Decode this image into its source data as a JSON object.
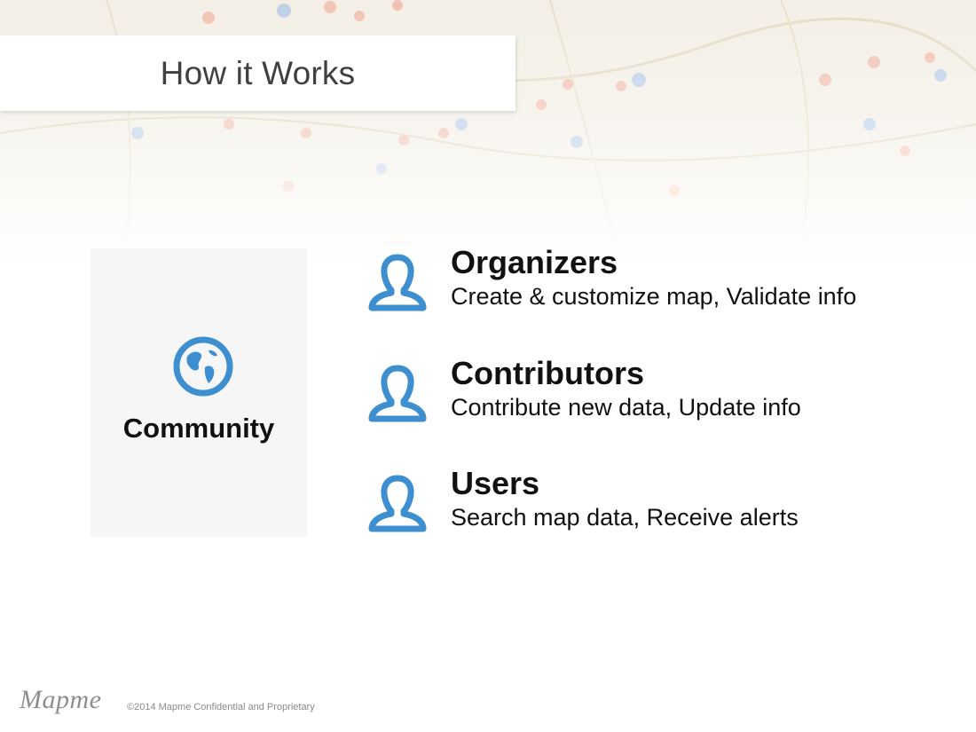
{
  "slide": {
    "title": "How it Works"
  },
  "community": {
    "icon": "globe-icon",
    "label": "Community"
  },
  "roles": [
    {
      "icon": "user-icon",
      "title": "Organizers",
      "description": "Create & customize map, Validate info"
    },
    {
      "icon": "user-icon",
      "title": "Contributors",
      "description": "Contribute new data, Update info"
    },
    {
      "icon": "user-icon",
      "title": "Users",
      "description": "Search map data, Receive alerts"
    }
  ],
  "footer": {
    "logo_text": "Mapme",
    "copyright": "©2014 Mapme Confidential and Proprietary"
  },
  "colors": {
    "accent": "#3e8fd0",
    "panel": "#f6f6f6",
    "text": "#111111",
    "title_text": "#404040"
  }
}
